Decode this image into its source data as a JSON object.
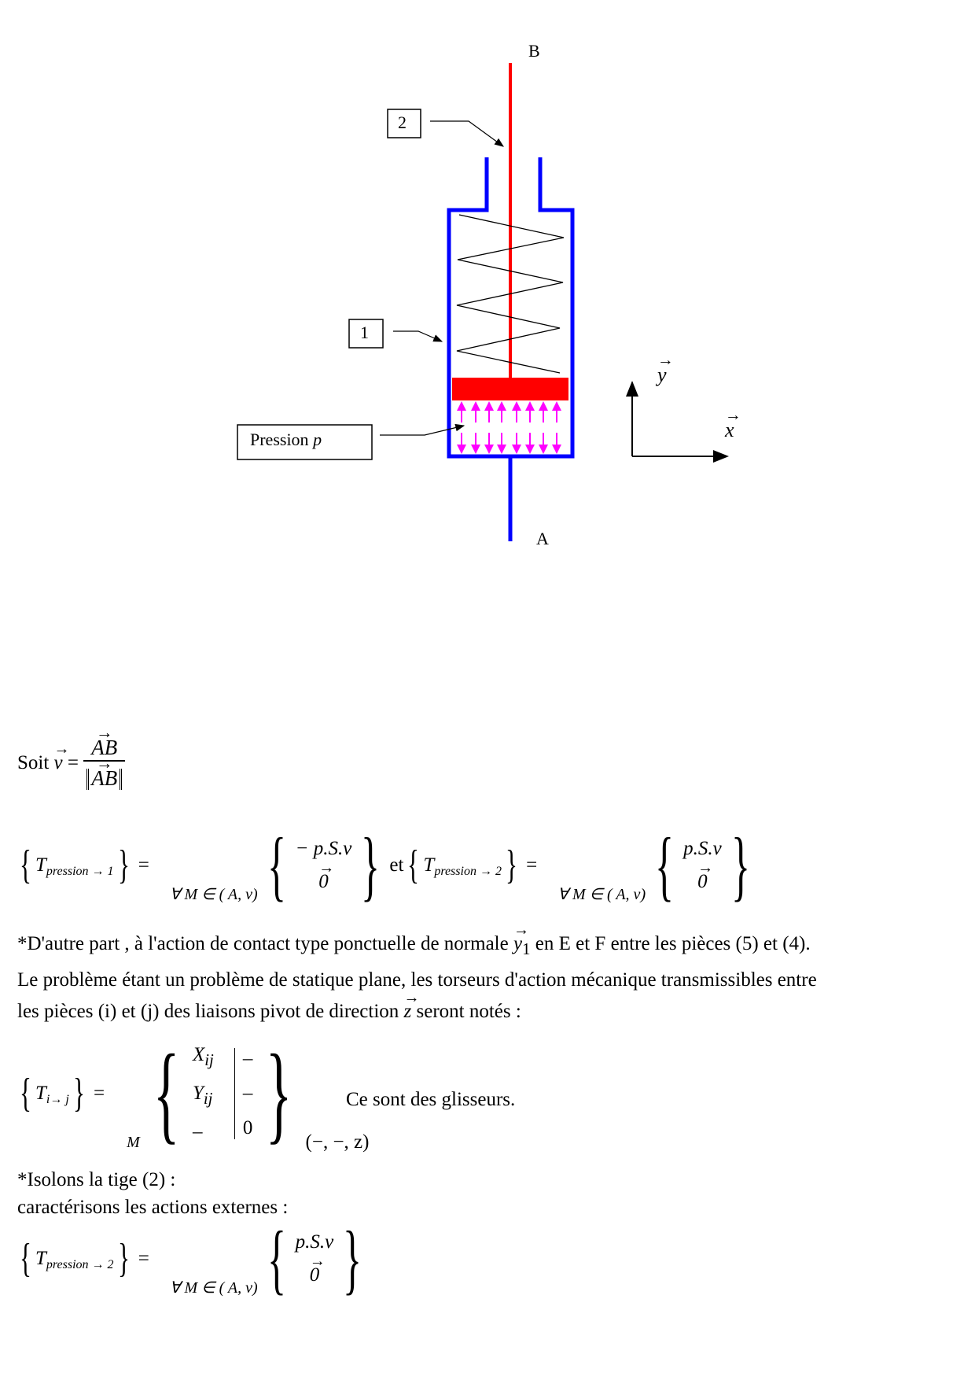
{
  "diagram": {
    "point_B": "B",
    "point_A": "A",
    "label_part2": "2",
    "label_part1": "1",
    "pressure_label": "Pression",
    "pressure_symbol": "p",
    "axis_y": "y",
    "axis_x": "x",
    "colors": {
      "cylinder": "#0000ff",
      "rod": "#ff0000",
      "pressure": "#ff00ff"
    }
  },
  "definition": {
    "soit": "Soit",
    "v": "v",
    "eq": "=",
    "ab": "AB"
  },
  "torseur_pressure": {
    "T": "T",
    "sub1": "pression → 1",
    "sub2": "pression → 2",
    "eq": "=",
    "domain": "∀ M ∈ ( A, v)",
    "res1": "− p.S.v",
    "res2": "p.S.v",
    "zero": "0",
    "et": "et"
  },
  "paragraphs": {
    "p1_a": "*D'autre part , à l'action de contact type ponctuelle de normale",
    "p1_vec": "y",
    "p1_vec_sub": "1",
    "p1_b": "en E et F entre les pièces (5) et (4).",
    "p2": "Le problème étant un problème de statique plane, les torseurs d'action mécanique transmissibles entre",
    "p3_a": "les pièces (i) et (j) des liaisons pivot de direction",
    "p3_vec": "z",
    "p3_b": "seront notés :"
  },
  "torseur_liaison": {
    "T": "T",
    "sub": "i→ j",
    "eq": "=",
    "point": "M",
    "r1": "X",
    "r2": "Y",
    "r3": "–",
    "rsub": "ij",
    "m1": "–",
    "m2": "–",
    "m3": "0",
    "basis": "(−, −, z)",
    "comment": "Ce sont des glisseurs."
  },
  "isolement": {
    "line1": "*Isolons la tige (2) :",
    "line2": "caractérisons les actions externes :"
  }
}
